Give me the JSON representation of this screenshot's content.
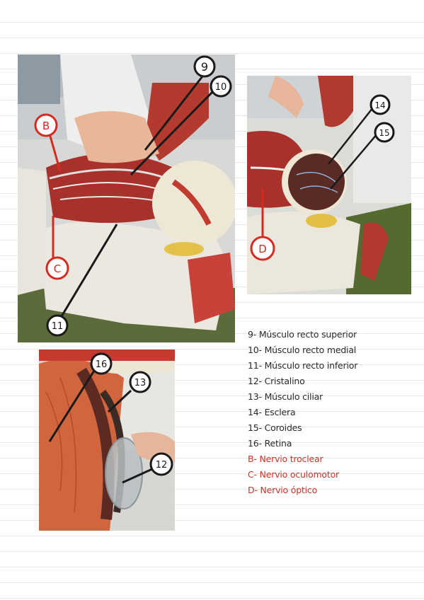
{
  "legend": [
    {
      "text": "9- Músculo recto superior",
      "color": "black"
    },
    {
      "text": "10- Músculo recto medial",
      "color": "black"
    },
    {
      "text": "11- Músculo recto inferior",
      "color": "black"
    },
    {
      "text": "12- Cristalino",
      "color": "black"
    },
    {
      "text": "13- Músculo ciliar",
      "color": "black"
    },
    {
      "text": "14- Esclera",
      "color": "black"
    },
    {
      "text": "15- Coroides",
      "color": "black"
    },
    {
      "text": "16- Retina",
      "color": "black"
    },
    {
      "text": "B- Nervio troclear",
      "color": "red"
    },
    {
      "text": "C- Nervio oculomotor",
      "color": "red"
    },
    {
      "text": "D- Nervio óptico",
      "color": "red"
    }
  ],
  "photo1": {
    "labels": {
      "l9": "9",
      "l10": "10",
      "l11": "11",
      "lB": "B",
      "lC": "C"
    }
  },
  "photo2": {
    "labels": {
      "l14": "14",
      "l15": "15",
      "lD": "D"
    }
  },
  "photo3": {
    "labels": {
      "l16": "16",
      "l13": "13",
      "l12": "12"
    }
  },
  "colors": {
    "label_black": "#1a1a1a",
    "label_red": "#d62a20",
    "legend_red": "#c8332a"
  }
}
